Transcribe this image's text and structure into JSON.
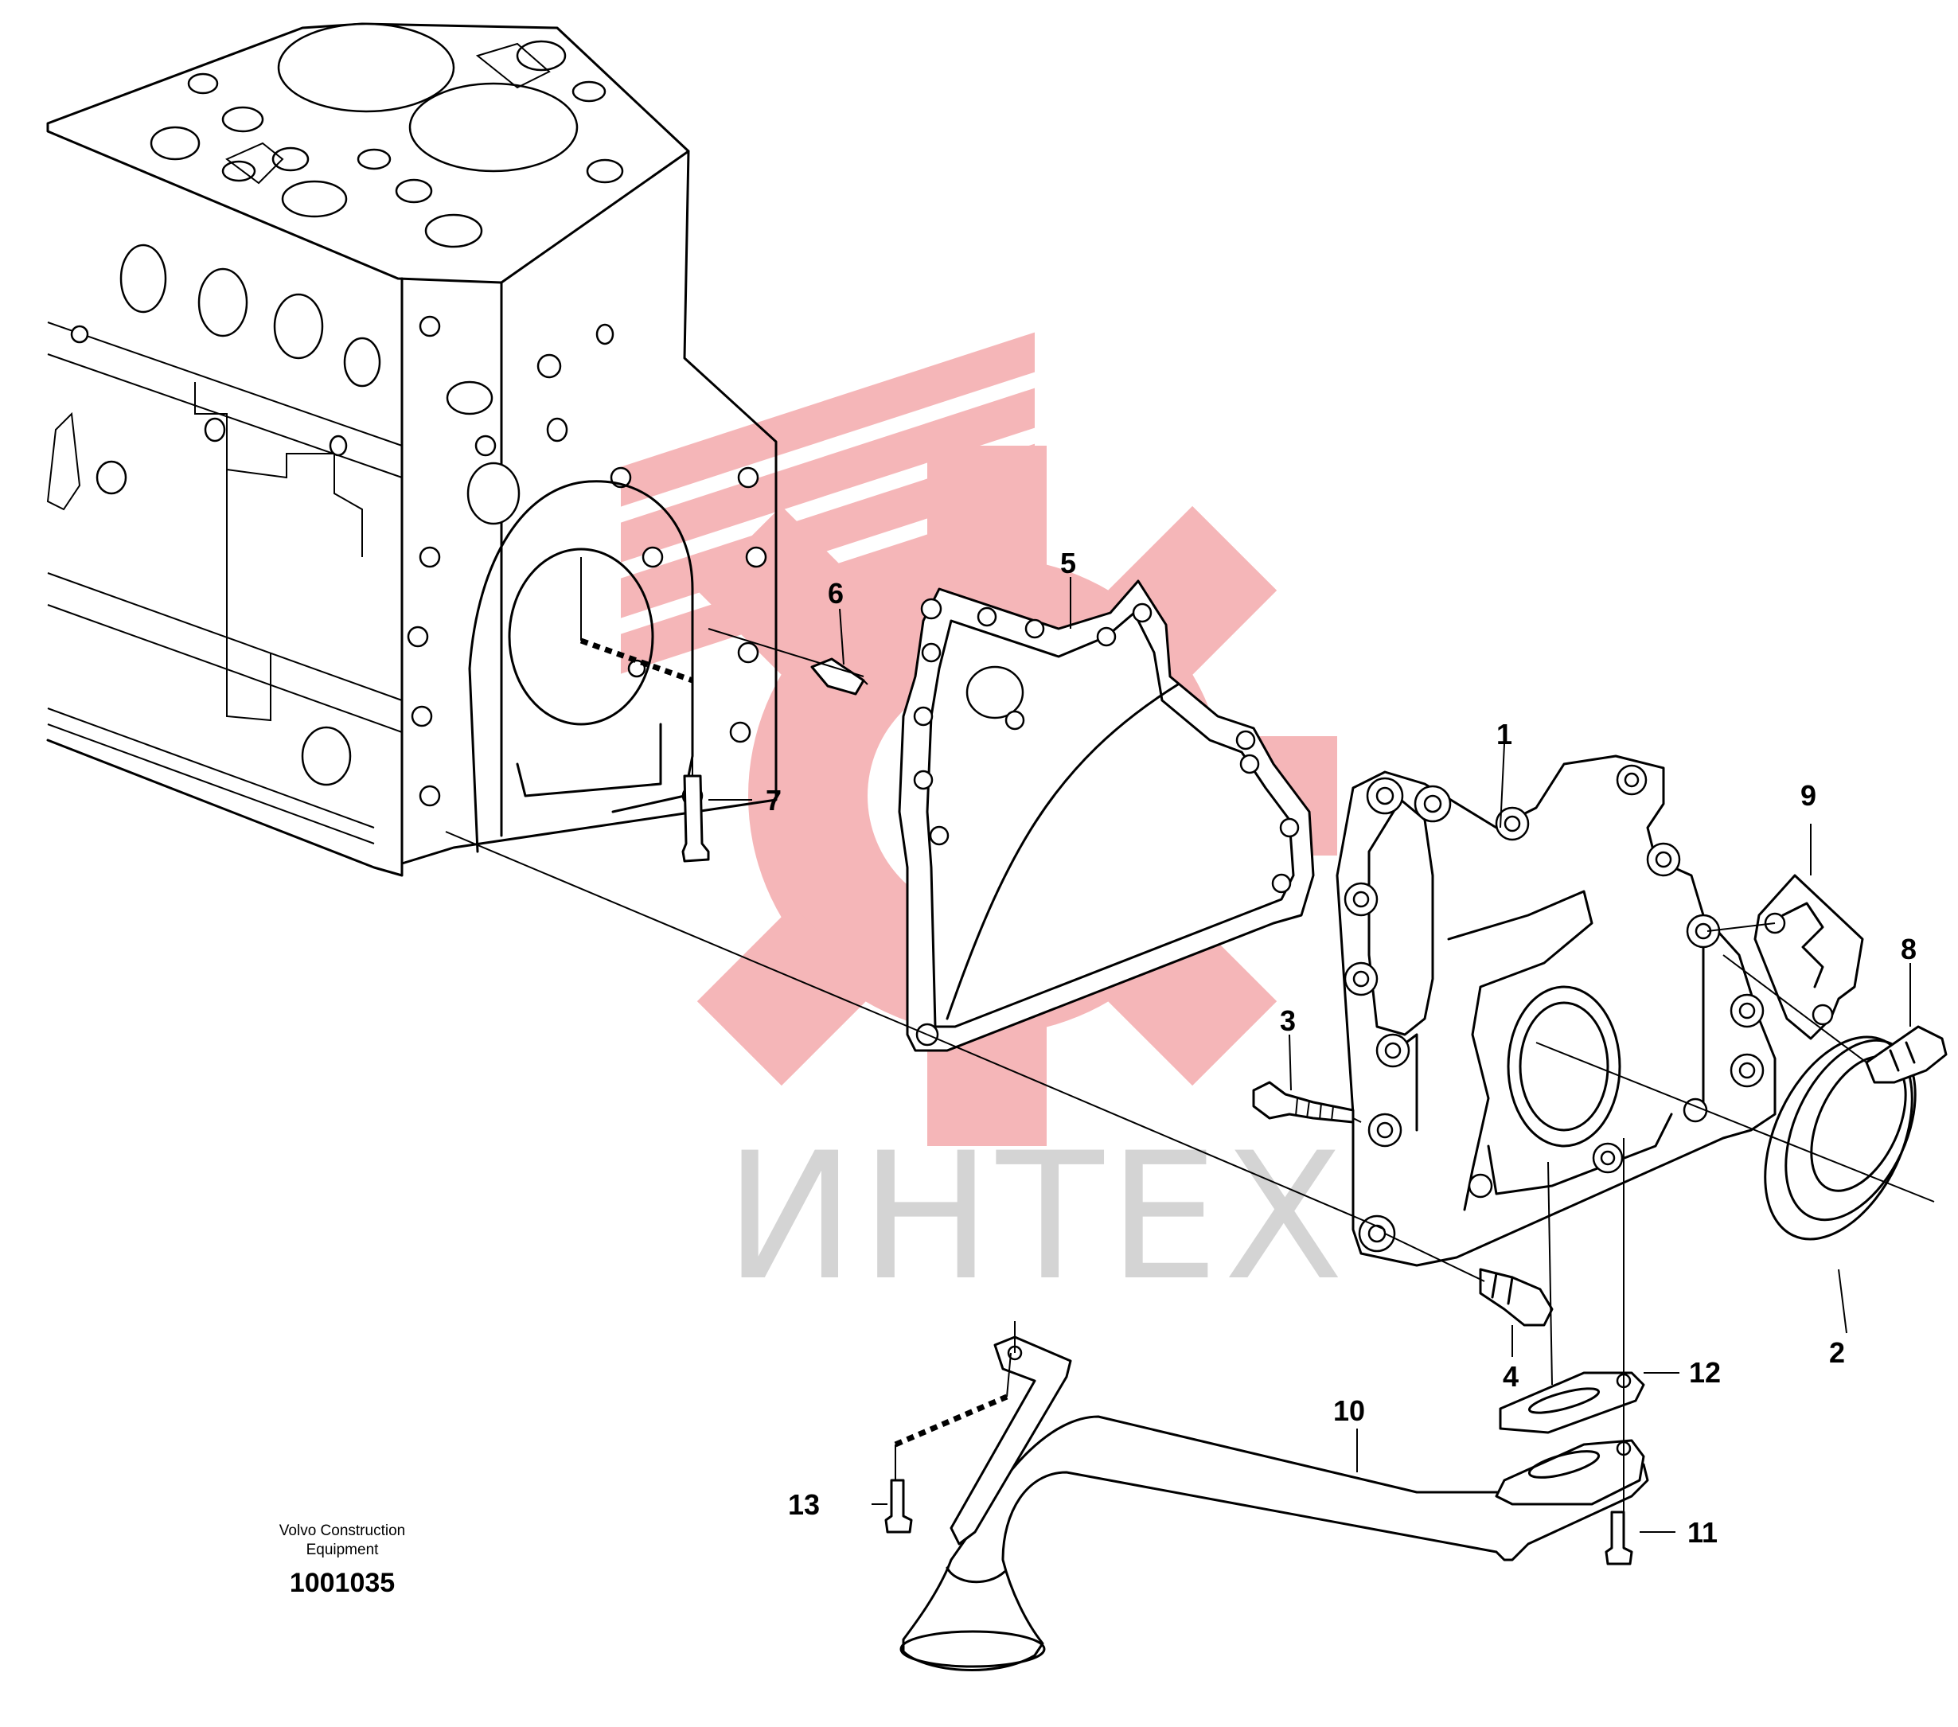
{
  "watermark": {
    "text": "ИНТЕХ",
    "gear_color": "#f5b3b5",
    "text_color": "#d4d4d4"
  },
  "footer": {
    "brand_line1": "Volvo Construction",
    "brand_line2": "Equipment",
    "code": "1001035"
  },
  "callouts": [
    {
      "id": "1",
      "part": "timing-cover"
    },
    {
      "id": "2",
      "part": "crankshaft-seal"
    },
    {
      "id": "3",
      "part": "stud-bolt"
    },
    {
      "id": "4",
      "part": "flange-screw"
    },
    {
      "id": "5",
      "part": "gasket"
    },
    {
      "id": "6",
      "part": "dowel-pin"
    },
    {
      "id": "7",
      "part": "plug"
    },
    {
      "id": "8",
      "part": "flange-screw"
    },
    {
      "id": "9",
      "part": "cover-plate"
    },
    {
      "id": "10",
      "part": "oil-suction-pipe"
    },
    {
      "id": "11",
      "part": "flange-screw"
    },
    {
      "id": "12",
      "part": "gasket"
    },
    {
      "id": "13",
      "part": "flange-screw"
    }
  ],
  "colors": {
    "line": "#000000",
    "background": "#ffffff"
  }
}
